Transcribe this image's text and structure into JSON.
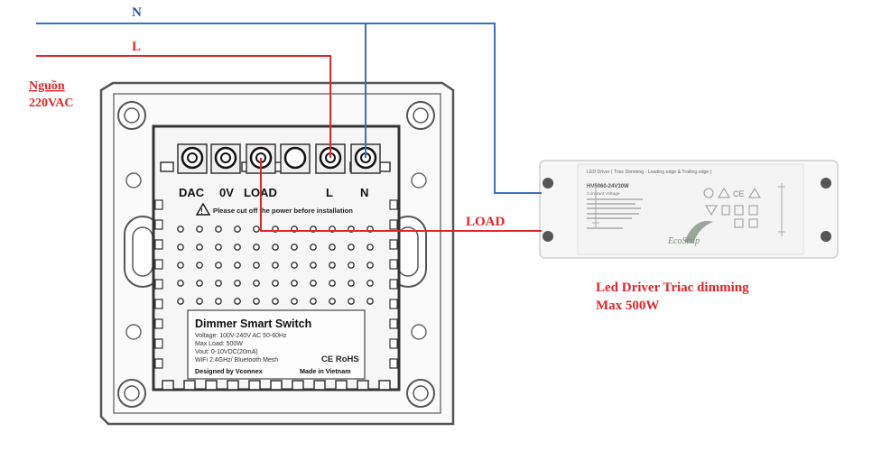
{
  "colors": {
    "neutral_wire": "#3c6fc4",
    "live_wire": "#e0262a",
    "label_red": "#e0262a",
    "label_blue": "#2a56a8",
    "frame_stroke": "#555555",
    "panel_fill": "#f4f4f4"
  },
  "wires": {
    "n_label": "N",
    "l_label": "L",
    "load_label": "LOAD"
  },
  "source": {
    "line1": "Nguồn",
    "line2": "220VAC"
  },
  "switch": {
    "terminals": [
      "DAC",
      "0V",
      "LOAD",
      "L",
      "N"
    ],
    "warning": "Please cut off the power before installation",
    "title": "Dimmer Smart Switch",
    "specs": [
      "Voltage: 100V-240V AC 50-60Hz",
      "Max Load: 500W",
      "Vout: 0-10VDC(20mA)",
      "WiFi 2.4GHz/ Bluetooth Mesh"
    ],
    "marks": "CE RoHS",
    "designed_by": "Designed by Vconnex",
    "made_in": "Made in Vietnam"
  },
  "driver": {
    "header": "LED Driver ( Triac Dimming - Leading edge & Trailing edge )",
    "model": "HV5060-24V30W",
    "type": "Constant Voltage",
    "brand": "EcoStrip",
    "caption_line1": "Led Driver Triac dimming",
    "caption_line2": "Max 500W"
  }
}
